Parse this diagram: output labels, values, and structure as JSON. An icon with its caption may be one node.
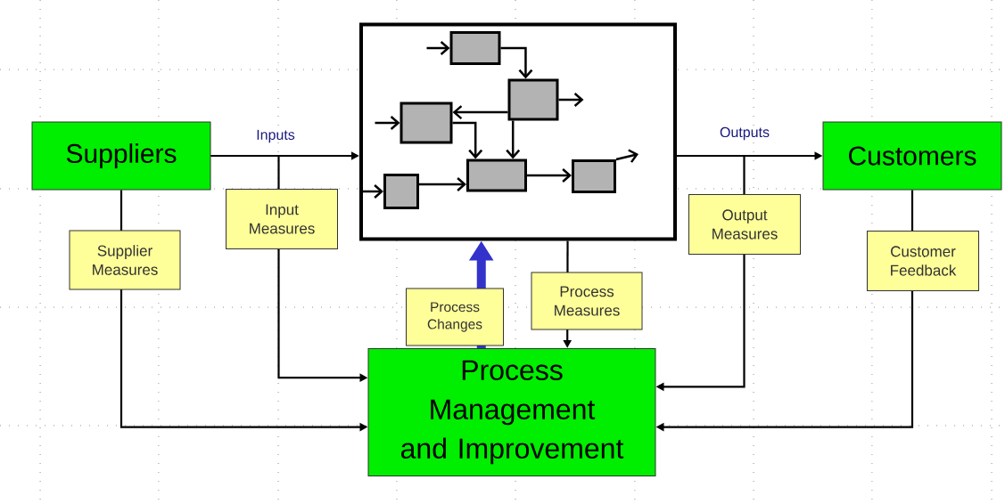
{
  "diagram": {
    "nodes": [
      {
        "text": [
          "Suppliers"
        ]
      },
      {
        "text": [],
        "shape": "box"
      },
      {
        "text": [],
        "shape": "box",
        "in": 1
      },
      {
        "text": [],
        "shape": "box",
        "in": 1
      },
      {
        "text": [],
        "shape": "box",
        "in": 1
      },
      {
        "text": [],
        "shape": "box",
        "in": 1
      },
      {
        "text": [],
        "shape": "box",
        "in": 1
      },
      {
        "text": [],
        "shape": "box",
        "in": 1
      },
      {
        "text": [
          "Customers"
        ]
      },
      {
        "text": [
          "Process Management and Improvement"
        ]
      }
    ],
    "edges": [
      {
        "from": 0,
        "to": 1,
        "arrow": "to",
        "label": "Inputs"
      },
      {
        "from": 0,
        "to": 9,
        "arrow": "to",
        "label": "Supplier Measures"
      },
      {
        "from": 0,
        "to": 9,
        "arrow": "to",
        "label": "Input Measures"
      },
      {
        "from": 9,
        "to": 1,
        "arrow": "to",
        "label": "Process Changes",
        "style": "thick",
        "color": "#3333cc"
      },
      {
        "from": 1,
        "to": 9,
        "arrow": "to",
        "label": "Process Measures"
      },
      {
        "from": 1,
        "to": 8,
        "arrow": "to",
        "label": "Outputs"
      },
      {
        "from": 1,
        "to": 9,
        "arrow": "to",
        "label": "Output Measures"
      },
      {
        "from": 8,
        "to": 9,
        "arrow": "to",
        "label": "Customer Feedback"
      },
      {
        "from": null,
        "to": 2,
        "arrow": "to"
      },
      {
        "from": 2,
        "to": 3,
        "arrow": "to"
      },
      {
        "from": 3,
        "to": null,
        "arrow": "to"
      },
      {
        "from": 3,
        "to": 4,
        "arrow": "to"
      },
      {
        "from": null,
        "to": 4,
        "arrow": "to"
      },
      {
        "from": 4,
        "to": 5,
        "arrow": "to"
      },
      {
        "from": 3,
        "to": 5,
        "arrow": "to"
      },
      {
        "from": null,
        "to": 6,
        "arrow": "to"
      },
      {
        "from": 6,
        "to": 5,
        "arrow": "to"
      },
      {
        "from": 5,
        "to": 7,
        "arrow": "to"
      },
      {
        "from": 7,
        "to": null,
        "arrow": "to"
      }
    ]
  }
}
